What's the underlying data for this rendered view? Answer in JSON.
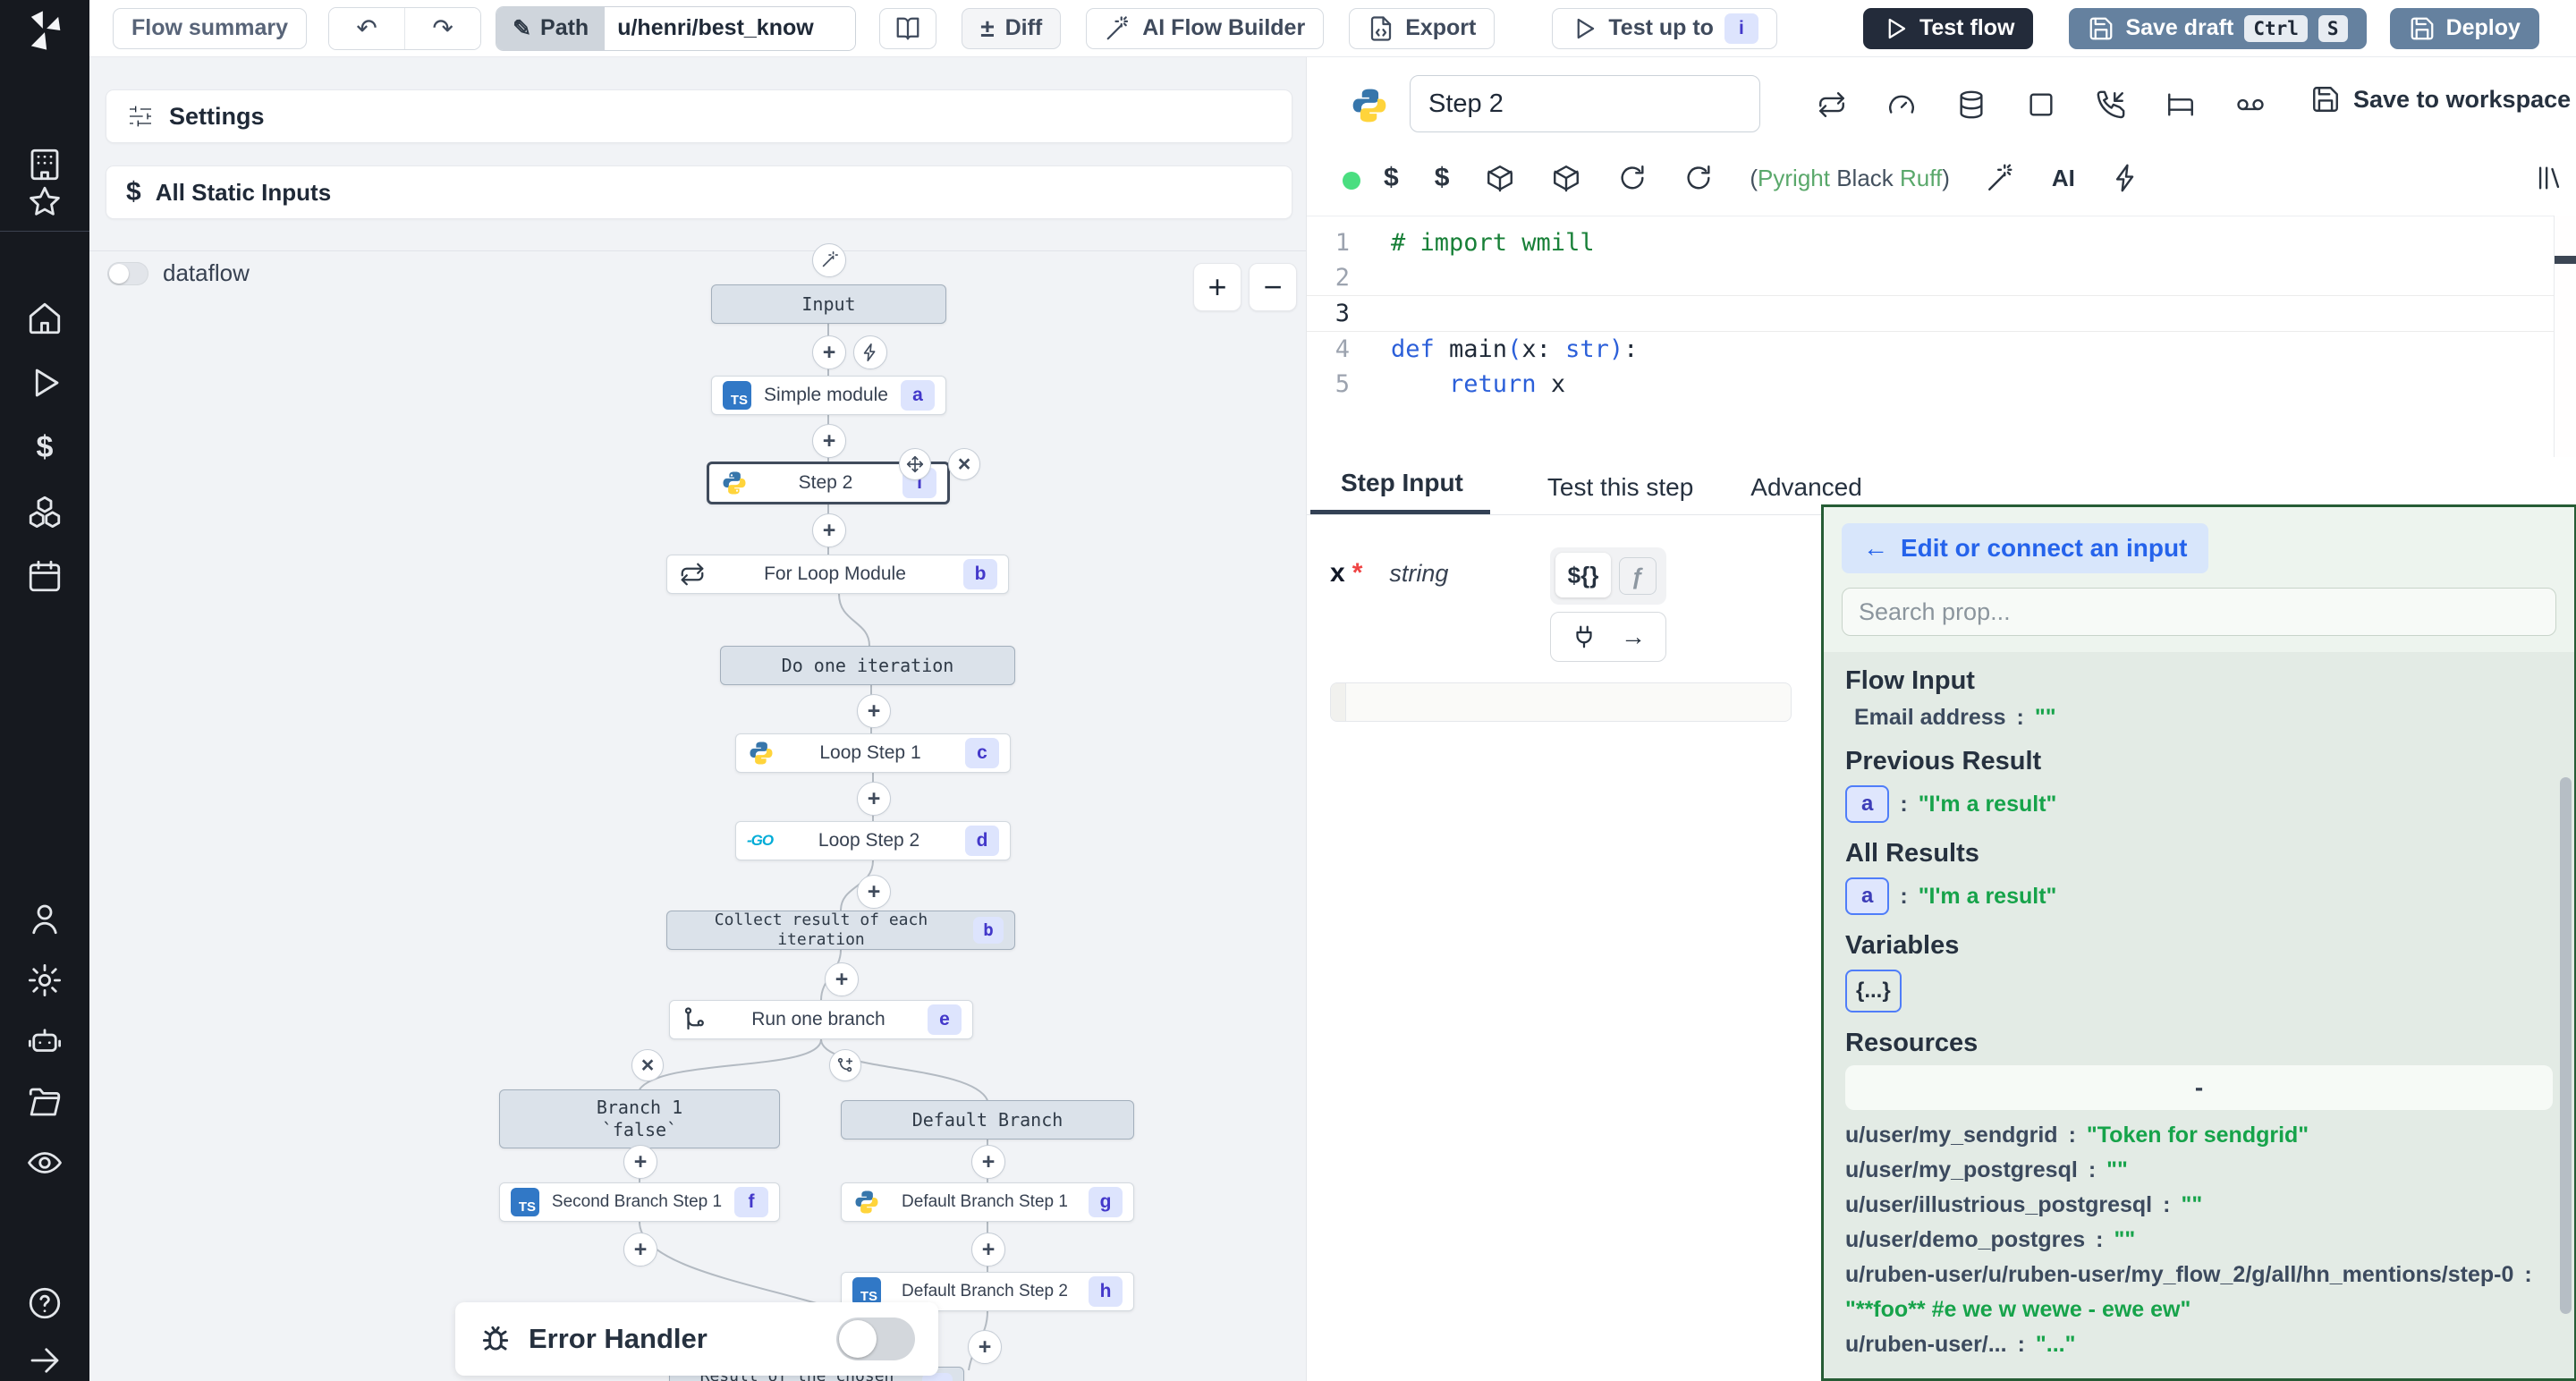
{
  "icons": {
    "plus": "+",
    "minus": "−",
    "close": "×",
    "undo": "↶",
    "redo": "↷",
    "pencil": "✎",
    "plus_minus": "±",
    "play": "▷",
    "arrow_right": "→",
    "back_arrow": "←",
    "dollar": "$",
    "question": "?",
    "dash": "-",
    "fn": "ƒ",
    "expr": "${}",
    "braces": "{...}",
    "go": "GO",
    "ts": "TS"
  },
  "toolbar": {
    "flow_summary": "Flow summary",
    "path_label": "Path",
    "path_value": "u/henri/best_know",
    "diff": "Diff",
    "ai_flow_builder": "AI Flow Builder",
    "export": "Export",
    "test_up_to": "Test up to",
    "test_up_to_badge": "i",
    "test_flow": "Test flow",
    "save_draft": "Save draft",
    "kbd_ctrl": "Ctrl",
    "kbd_s": "S",
    "deploy": "Deploy"
  },
  "canvas": {
    "settings": "Settings",
    "all_static_inputs": "All Static Inputs",
    "dataflow": "dataflow"
  },
  "graph": {
    "input": "Input",
    "simple": {
      "label": "Simple module",
      "badge": "a"
    },
    "step2": {
      "label": "Step 2",
      "badge": "i"
    },
    "forloop": {
      "label": "For Loop Module",
      "badge": "b"
    },
    "do_one": "Do one iteration",
    "loop1": {
      "label": "Loop Step 1",
      "badge": "c"
    },
    "loop2": {
      "label": "Loop Step 2",
      "badge": "d"
    },
    "collect": {
      "label": "Collect result of each iteration",
      "badge": "b"
    },
    "runone": {
      "label": "Run one branch",
      "badge": "e"
    },
    "branch1": {
      "label": "Branch 1",
      "sub": "`false`"
    },
    "default_branch": "Default Branch",
    "sbs1": {
      "label": "Second Branch Step 1",
      "badge": "f"
    },
    "dbs1": {
      "label": "Default Branch Step 1",
      "badge": "g"
    },
    "dbs2": {
      "label": "Default Branch Step 2",
      "badge": "h"
    },
    "result": {
      "label": "Result of the chosen branch",
      "badge": "e"
    },
    "error_handler": "Error Handler"
  },
  "editor": {
    "title": "Step 2",
    "save": "Save to workspace",
    "ai": "AI",
    "lint": {
      "open": "(",
      "pyright": "Pyright",
      "black": "Black",
      "ruff": "Ruff",
      "close": ")"
    },
    "gutter": [
      "1",
      "2",
      "3",
      "4",
      "5"
    ],
    "code": {
      "l1": "# import wmill",
      "l4": {
        "kw": "def",
        "t1": " main",
        "p1": "(",
        "t2": "x:",
        "typ": " str",
        "p2": ")",
        "t3": ":"
      },
      "l5": {
        "kw": "return",
        "t1": " x"
      }
    }
  },
  "tabs": {
    "step_input": "Step Input",
    "test_this_step": "Test this step",
    "advanced": "Advanced"
  },
  "step_input": {
    "name": "x",
    "required": "*",
    "type": "string"
  },
  "picker": {
    "back": "Edit or connect an input",
    "search_placeholder": "Search prop...",
    "flow_input_title": "Flow Input",
    "flow_input_key": "Email address",
    "flow_input_value": "\"\"",
    "previous_result_title": "Previous Result",
    "previous_chip": "a",
    "previous_value": "\"I'm a result\"",
    "all_results_title": "All Results",
    "all_chip": "a",
    "all_value": "\"I'm a result\"",
    "variables_title": "Variables",
    "variables_chip": "{...}",
    "resources_title": "Resources",
    "resources_dash": "-",
    "res": [
      {
        "k": "u/user/my_sendgrid",
        "v": "\"Token for sendgrid\""
      },
      {
        "k": "u/user/my_postgresql",
        "v": "\"\""
      },
      {
        "k": "u/user/illustrious_postgresql",
        "v": "\"\""
      },
      {
        "k": "u/user/demo_postgres",
        "v": "\"\""
      },
      {
        "k": "u/ruben-user/u/ruben-user/my_flow_2/g/all/hn_mentions/step-0",
        "v": ""
      },
      {
        "k": "",
        "v": "\"**foo** #e we w wewe - ewe ew\""
      },
      {
        "k": "u/ruben-user/...",
        "v": "\"...\""
      }
    ]
  },
  "colors": {
    "accent_blue": "#2563eb",
    "badge_bg": "#dde4fd",
    "badge_text": "#4338ca",
    "green_string": "#16a34a",
    "panel_border": "#265c35",
    "deploy_blue": "#65819f",
    "dark_button": "#232b3a"
  }
}
